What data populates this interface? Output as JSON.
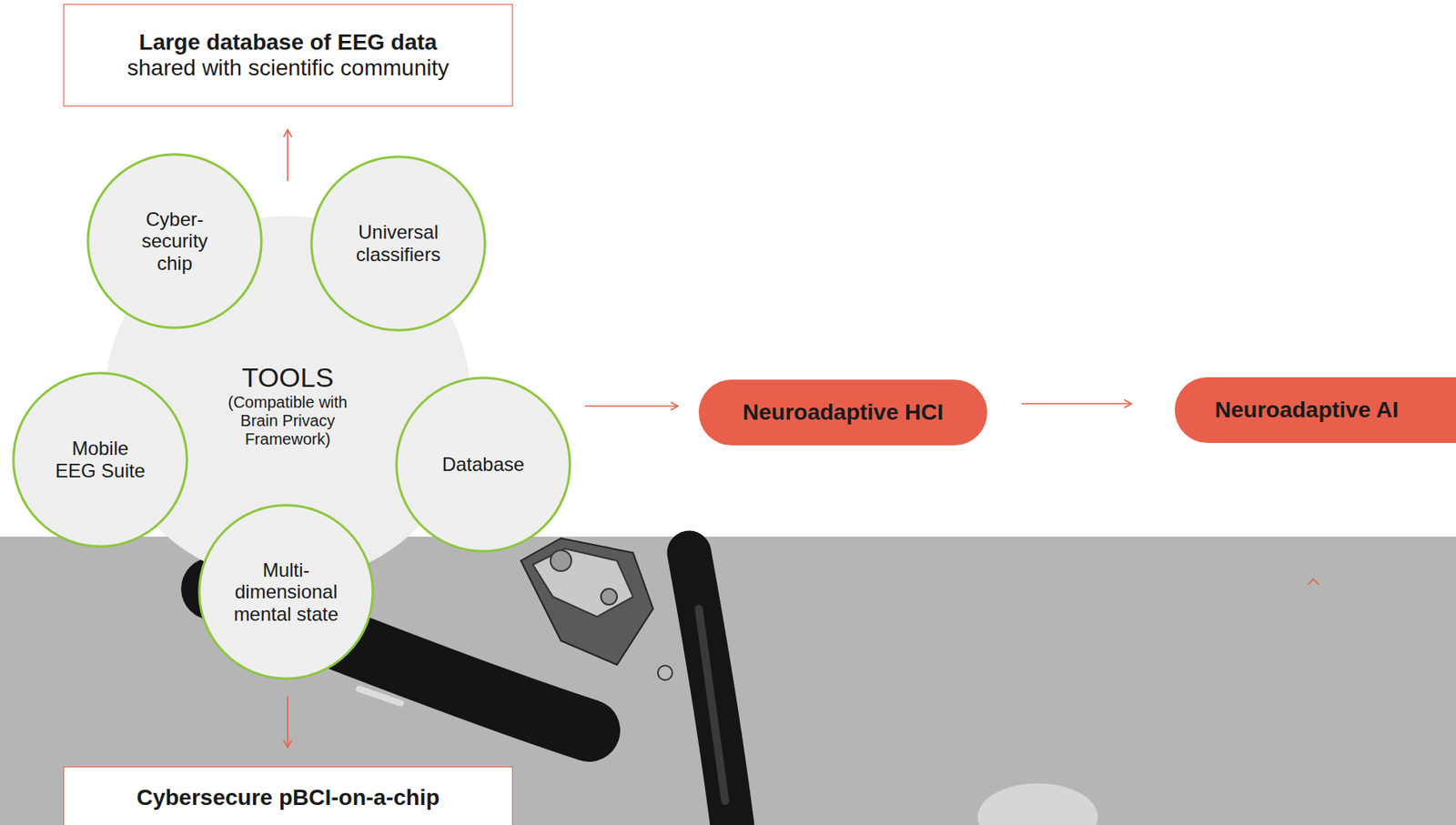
{
  "diagram": {
    "nodes": [
      {
        "text": [
          "Large database of EEG data",
          "shared with scientific community"
        ]
      },
      {
        "text": [
          "TOOLS",
          "(Compatible with Brain Privacy Framework)"
        ]
      },
      {
        "text": [
          "Cyber- security chip"
        ],
        "in": 1
      },
      {
        "text": [
          "Universal classifiers"
        ],
        "in": 1
      },
      {
        "text": [
          "Mobile EEG Suite"
        ],
        "in": 1
      },
      {
        "text": [
          "Database"
        ],
        "in": 1
      },
      {
        "text": [
          "Multi- dimensional mental state"
        ],
        "in": 1
      },
      {
        "text": [
          "Neuroadaptive HCI"
        ]
      },
      {
        "text": [
          "Neuroadaptive AI"
        ]
      },
      {
        "text": [
          "Cybersecure pBCI-on-a-chip"
        ]
      }
    ],
    "edges": [
      {
        "from": 1,
        "to": 0,
        "arrow": "to"
      },
      {
        "from": 1,
        "to": 7,
        "arrow": "to"
      },
      {
        "from": 7,
        "to": 8,
        "arrow": "to"
      },
      {
        "from": 1,
        "to": 9,
        "arrow": "to"
      }
    ]
  }
}
